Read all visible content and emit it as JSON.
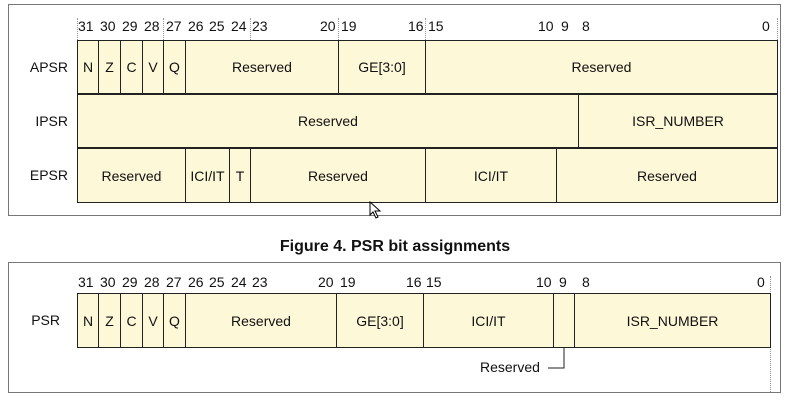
{
  "figure3": {
    "bits": [
      "31",
      "30",
      "29",
      "28",
      "27",
      "26",
      "25",
      "24",
      "23",
      "20",
      "19",
      "16",
      "15",
      "10",
      "9",
      "8",
      "0"
    ],
    "apsr": {
      "label": "APSR",
      "fields": [
        "N",
        "Z",
        "C",
        "V",
        "Q",
        "Reserved",
        "GE[3:0]",
        "Reserved"
      ]
    },
    "ipsr": {
      "label": "IPSR",
      "fields": [
        "Reserved",
        "ISR_NUMBER"
      ]
    },
    "epsr": {
      "label": "EPSR",
      "fields": [
        "Reserved",
        "ICI/IT",
        "T",
        "Reserved",
        "ICI/IT",
        "Reserved"
      ]
    }
  },
  "figure4": {
    "title": "Figure 4. PSR bit assignments",
    "bits": [
      "31",
      "30",
      "29",
      "28",
      "27",
      "26",
      "25",
      "24",
      "23",
      "20",
      "19",
      "16",
      "15",
      "10",
      "9",
      "8",
      "0"
    ],
    "psr": {
      "label": "PSR",
      "fields": [
        "N",
        "Z",
        "C",
        "V",
        "Q",
        "Reserved",
        "GE[3:0]",
        "ICI/IT",
        "",
        "ISR_NUMBER"
      ]
    },
    "reserved_callout": "Reserved"
  },
  "cell_color": "#fdf8d8"
}
